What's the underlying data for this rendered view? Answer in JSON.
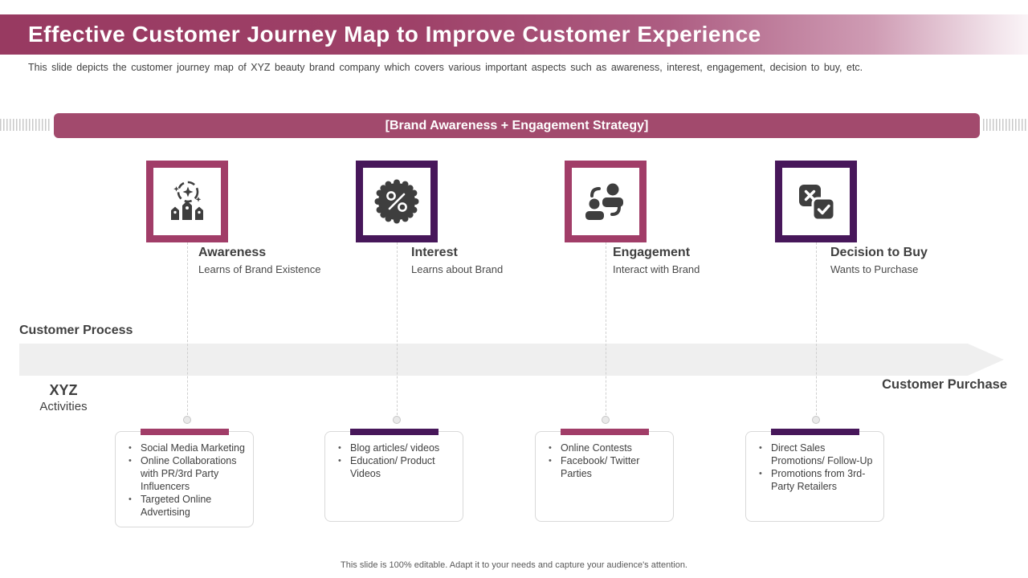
{
  "slide": {
    "title": "Effective Customer Journey Map to Improve Customer Experience",
    "subtitle": "This slide depicts the customer journey map of XYZ beauty brand company which covers various important aspects such as awareness, interest, engagement, decision to buy, etc.",
    "banner_label": "[Brand Awareness + Engagement Strategy]",
    "footer_note": "This slide is 100% editable. Adapt it to your needs and capture your audience's attention."
  },
  "process": {
    "left_heading": "Customer Process",
    "brand_line1": "XYZ",
    "brand_line2": "Activities",
    "right_heading": "Customer Purchase"
  },
  "stages": [
    {
      "name": "Awareness",
      "desc": "Learns of Brand Existence",
      "icon": "awareness-sparkle-icon",
      "accent": "#A13D68",
      "items": [
        "Social Media Marketing",
        "Online Collaborations with PR/3rd Party Influencers",
        "Targeted Online Advertising"
      ]
    },
    {
      "name": "Interest",
      "desc": "Learns about Brand",
      "icon": "percent-badge-icon",
      "accent": "#47175A",
      "items": [
        "Blog articles/ videos",
        "Education/ Product Videos"
      ]
    },
    {
      "name": "Engagement",
      "desc": "Interact with Brand",
      "icon": "people-exchange-icon",
      "accent": "#A13D68",
      "items": [
        "Online Contests",
        "Facebook/ Twitter Parties"
      ]
    },
    {
      "name": "Decision to Buy",
      "desc": "Wants to Purchase",
      "icon": "cross-check-boxes-icon",
      "accent": "#47175A",
      "items": [
        "Direct Sales Promotions/ Follow-Up",
        "Promotions from 3rd-Party Retailers"
      ]
    }
  ],
  "colors": {
    "accent_magenta": "#A13D68",
    "accent_purple": "#47175A",
    "banner_fill": "#A24A6D",
    "title_gradient_start": "#983A61",
    "arrow_fill": "#EFEFEF",
    "text_dark": "#3F3F3F",
    "icon_glyph": "#3E3E3E"
  }
}
